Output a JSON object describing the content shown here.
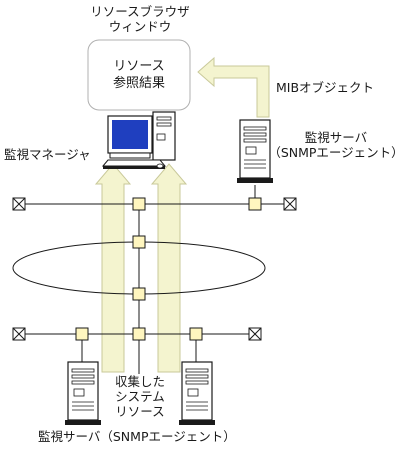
{
  "labels": {
    "browser_window_title": [
      "リソースブラウザ",
      "ウィンドウ"
    ],
    "browser_content": [
      "リソース",
      "参照結果"
    ],
    "mib_object": "MIBオブジェクト",
    "monitoring_manager": "監視マネージャ",
    "monitoring_server_right": [
      "監視サーバ",
      "（SNMPエージェント）"
    ],
    "collected_resources": [
      "収集した",
      "システム",
      "リソース"
    ],
    "monitoring_server_bottom": "監視サーバ（SNMPエージェント）"
  },
  "colors": {
    "arrow_fill": "#f4f4cf",
    "arrow_stroke": "#c9c99a",
    "node_fill": "#fff6bf",
    "screen_blue": "#1f3fbf",
    "line": "#1a1a1a"
  }
}
